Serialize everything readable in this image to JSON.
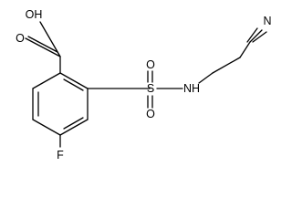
{
  "molecule": {
    "atoms": {
      "hydroxyl": "OH",
      "carbonyl_oxygen": "O",
      "sulfonyl_oxygen_top": "O",
      "sulfur": "S",
      "sulfonyl_oxygen_bottom": "O",
      "sulfonamide_nitrogen": "NH",
      "fluorine": "F",
      "nitrile_nitrogen": "N"
    }
  }
}
